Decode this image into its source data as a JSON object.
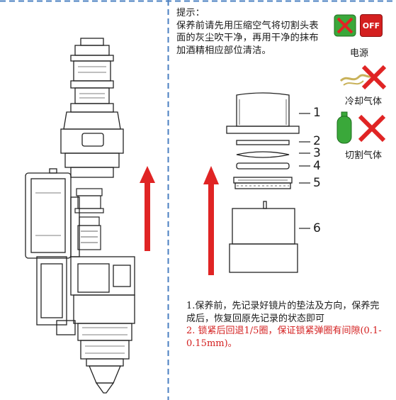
{
  "hint": {
    "label": "提示：",
    "text": "保养前请先用压缩空气将切割头表面的灰尘吹干净，再用干净的抹布加酒精相应部位清洁。"
  },
  "indicators": {
    "power_label": "电源",
    "cooling_gas_label": "冷却气体",
    "cutting_gas_label": "切割气体",
    "off_button_text": "OFF"
  },
  "parts": [
    "1",
    "2",
    "3",
    "4",
    "5",
    "6"
  ],
  "notes": {
    "step1": "1.保养前，先记录好镜片的垫法及方向，保养完成后，恢复回原先记录的状态即可",
    "step2": "2. 锁紧后回退1/5圈，保证锁紧弹圈有间隙(0.1-0.15mm)。"
  },
  "colors": {
    "accent_blue": "#4a7fc1",
    "warning_red": "#d42020",
    "arrow_red": "#e02424",
    "green_indicator": "#3aa83a"
  }
}
